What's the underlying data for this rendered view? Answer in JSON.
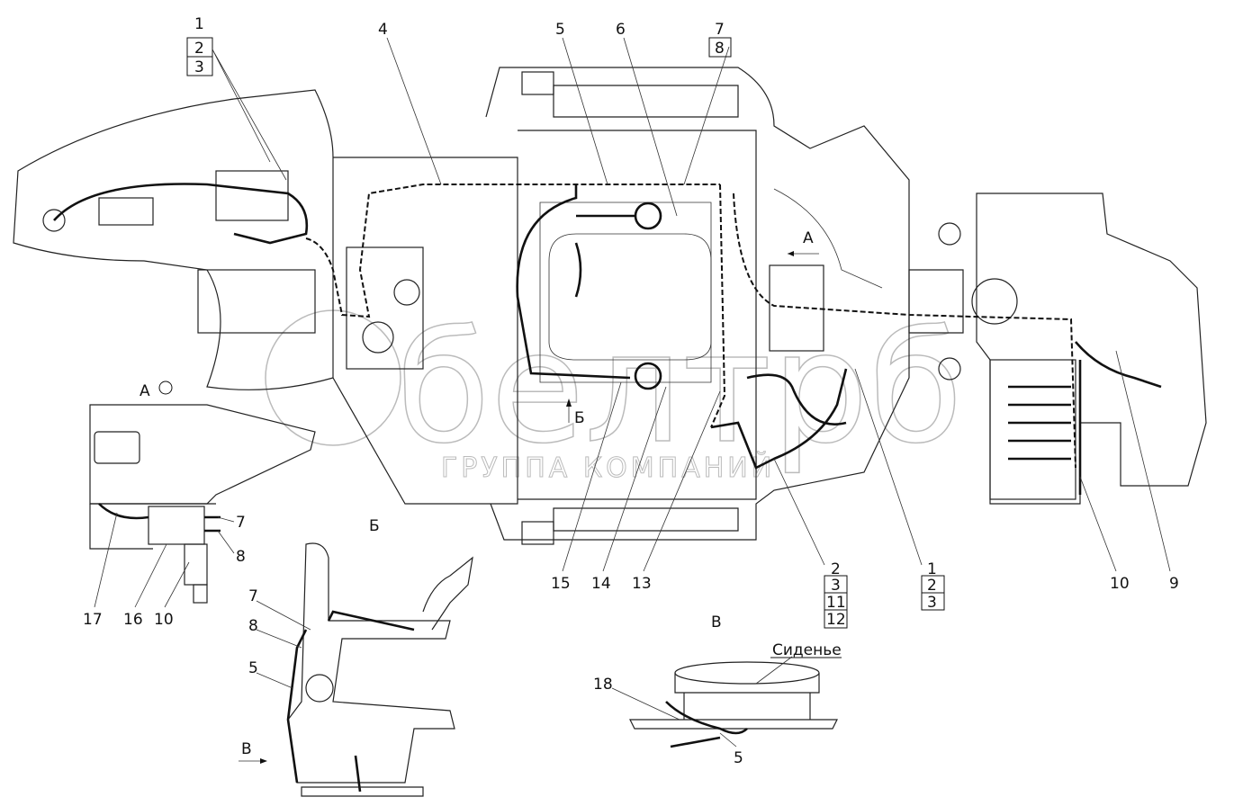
{
  "watermark": {
    "logo_text": "белтрб",
    "subtitle": "ГРУППА КОМПАНИЙ"
  },
  "views": {
    "view_a": "А",
    "view_b": "Б",
    "view_v": "В",
    "seat_label": "Сиденье",
    "arrow_a": "А",
    "arrow_b": "Б",
    "arrow_v": "В"
  },
  "callouts": {
    "top_left_stack": [
      "1",
      "2",
      "3"
    ],
    "top": [
      "4",
      "5",
      "6"
    ],
    "top_right_stack": [
      "7",
      "8"
    ],
    "bottom_center": [
      "15",
      "14",
      "13"
    ],
    "stack_mid": [
      "2",
      "3",
      "11",
      "12"
    ],
    "stack_right": [
      "1",
      "2",
      "3"
    ],
    "right": [
      "10",
      "9"
    ],
    "view_a": [
      "7",
      "8",
      "17",
      "16",
      "10"
    ],
    "seat_side": [
      "7",
      "8",
      "5"
    ],
    "seat_view_v": [
      "18",
      "5"
    ]
  }
}
